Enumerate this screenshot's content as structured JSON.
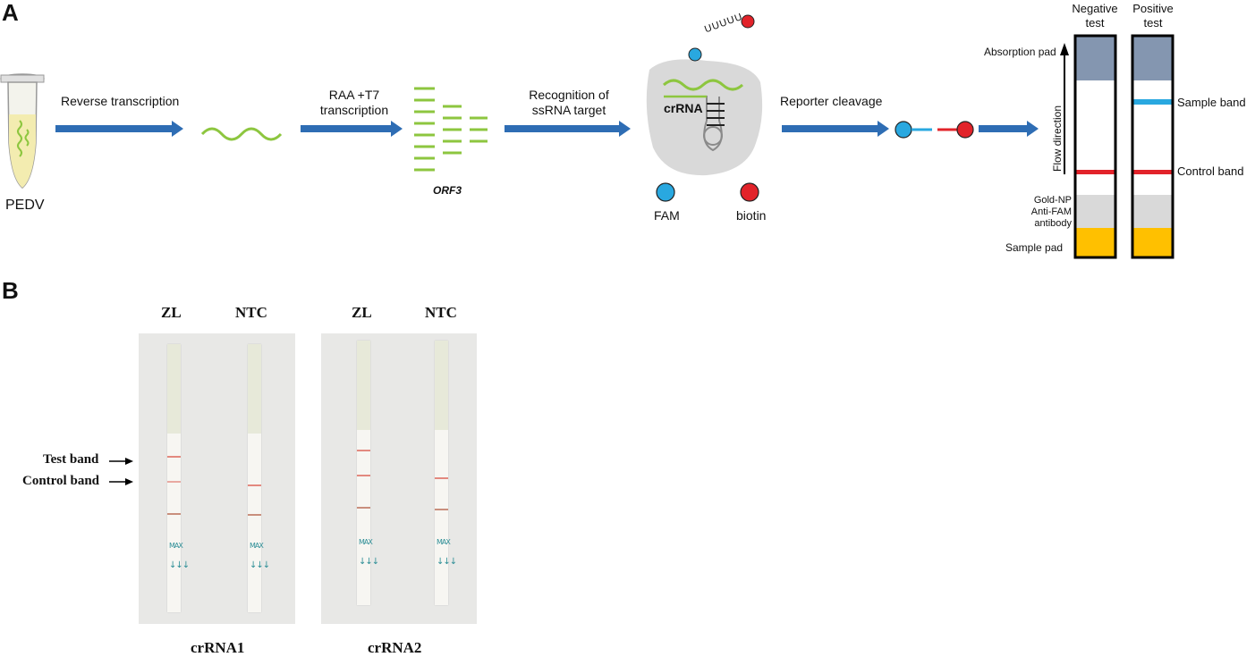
{
  "panel_a": {
    "letter": "A",
    "pedv": "PEDV",
    "step1": "Reverse transcription",
    "step2_line1": "RAA +T7",
    "step2_line2": "transcription",
    "orf": "ORF3",
    "step3_line1": "Recognition of",
    "step3_line2": "ssRNA target",
    "crrna": "crRNA",
    "uuuuu": "UUUUU",
    "fam": "FAM",
    "biotin": "biotin",
    "step4": "Reporter cleavage",
    "negative_line1": "Negative",
    "negative_line2": "test",
    "positive_line1": "Positive",
    "positive_line2": "test",
    "absorption_pad": "Absorption pad",
    "flow_direction": "Flow direction",
    "gold_line1": "Gold-NP",
    "gold_line2": "Anti-FAM",
    "gold_line3": "antibody",
    "sample_pad": "Sample pad",
    "sample_band": "Sample band",
    "control_band": "Control band",
    "colors": {
      "arrow": "#2e6db4",
      "rna": "#8dc63f",
      "fam": "#29a8e0",
      "biotin": "#e2232a",
      "absorption": "#8496b0",
      "gold": "#d9d9d9",
      "sample_pad": "#ffc000"
    }
  },
  "panel_b": {
    "letter": "B",
    "group1": {
      "left": "ZL",
      "right": "NTC",
      "caption": "crRNA1"
    },
    "group2": {
      "left": "ZL",
      "right": "NTC",
      "caption": "crRNA2"
    },
    "test_band": "Test band",
    "control_band": "Control band",
    "strip_marking": "MAX"
  }
}
